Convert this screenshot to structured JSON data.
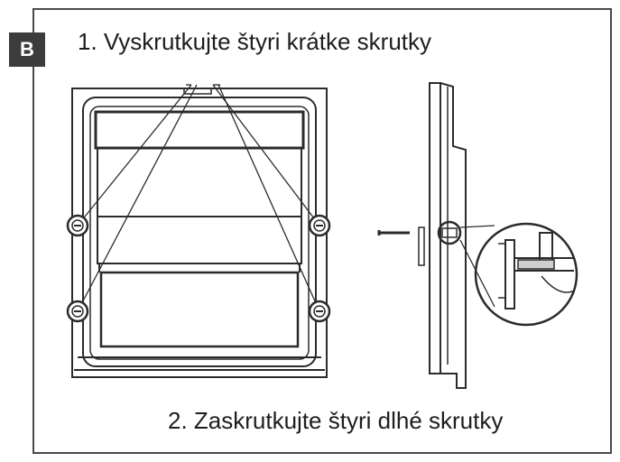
{
  "badge": {
    "label": "B"
  },
  "steps": [
    {
      "text": "1. Vyskrutkujte štyri krátke skrutky"
    },
    {
      "text": "2. Zaskrutkujte štyri dlhé skrutky"
    }
  ],
  "diagram": {
    "screw_icons": [
      "screw-icon",
      "screw-icon",
      "screw-icon",
      "screw-icon"
    ],
    "colors": {
      "line": "#2b2b2b",
      "frame": "#4a4a4a",
      "badge": "#3c3c3c"
    }
  }
}
